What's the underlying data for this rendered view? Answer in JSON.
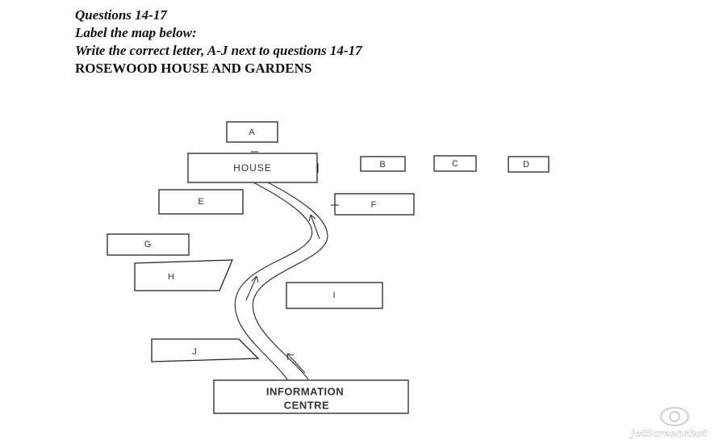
{
  "instructions": {
    "line1": "Questions 14-17",
    "line2": "Label the map below:",
    "line3": "Write the correct letter, A-J next to questions 14-17",
    "title": "ROSEWOOD HOUSE AND GARDENS"
  },
  "map": {
    "house": "HOUSE",
    "info_line1": "INFORMATION",
    "info_line2": "CENTRE",
    "labels": {
      "a": "A",
      "b": "B",
      "c": "C",
      "d": "D",
      "e": "E",
      "f": "F",
      "g": "G",
      "h": "H",
      "i": "I",
      "j": "J"
    }
  },
  "watermark": {
    "text": "jetScreenshot",
    "icon": "camera-aperture-icon"
  }
}
